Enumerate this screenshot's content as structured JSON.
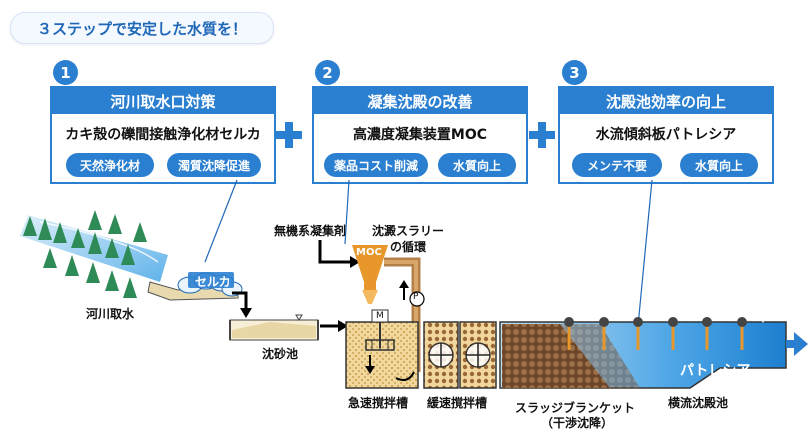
{
  "header": {
    "title": "３ステップで安定した水質を！"
  },
  "steps": [
    {
      "number": "1",
      "title": "河川取水口対策",
      "subtitle": "カキ殻の礫間接触浄化材セルカ",
      "tags": [
        "天然浄化材",
        "濁質沈降促進"
      ]
    },
    {
      "number": "2",
      "title": "凝集沈殿の改善",
      "subtitle": "高濃度凝集装置MOC",
      "tags": [
        "薬品コスト削減",
        "水質向上"
      ]
    },
    {
      "number": "3",
      "title": "沈殿池効率の向上",
      "subtitle": "水流傾斜板パトレシア",
      "tags": [
        "メンテ不要",
        "水質向上"
      ]
    }
  ],
  "diagram": {
    "labels": {
      "river_intake": "河川取水",
      "selca": "セルカ",
      "grit_chamber": "沈砂池",
      "coagulant": "無機系凝集剤",
      "sludge_recycle_line1": "沈澱スラリー",
      "sludge_recycle_line2": "の循環",
      "moc": "MOC",
      "pump": "P",
      "motor": "M",
      "rapid_mixing": "急速撹拌槽",
      "slow_mixing": "緩速撹拌槽",
      "sludge_blanket": "スラッジブランケット",
      "interference_settling": "（干渉沈降）",
      "horizontal_settling": "横流沈殿池",
      "patresia": "パトレシア"
    },
    "colors": {
      "primary": "#2b7fd0",
      "water": "#4ea6e6",
      "sludge": "#8a5a32",
      "moc": "#e8972a"
    }
  }
}
